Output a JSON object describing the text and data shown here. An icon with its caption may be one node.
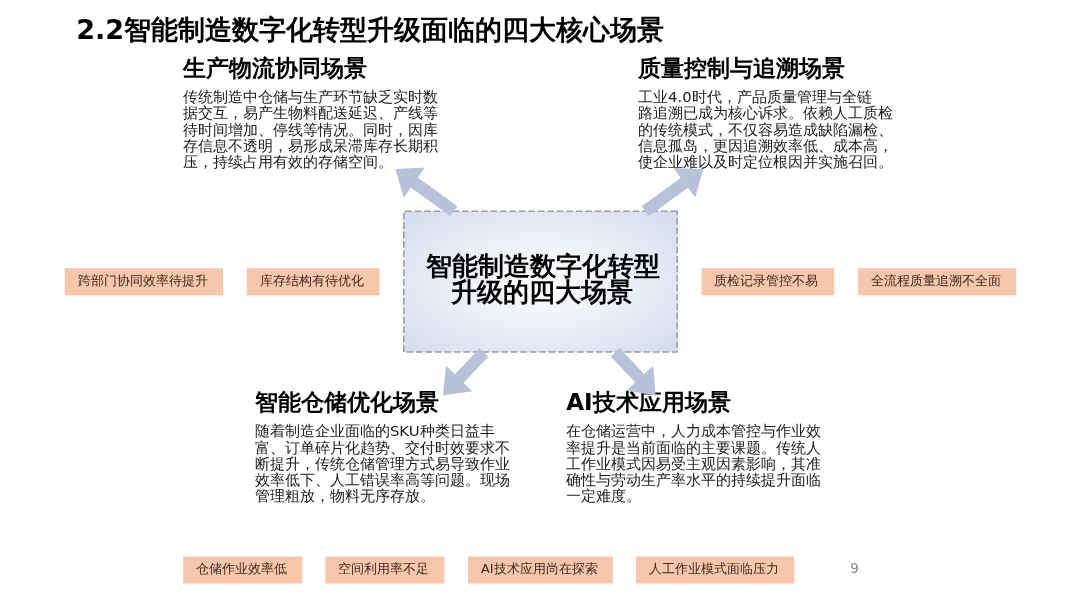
{
  "diagram": {
    "title": "2.2智能制造数字化转型升级面临的四大核心场景",
    "nodes": [
      {
        "text": [
          "生产物流协同场景",
          "传统制造中仓储与生产环节缺乏实时数据交互，易产生物料配送延迟、产线等待时间增加、停线等情况。同时，因库存信息不透明，易形成呆滞库存长期积压，持续占用有效的存储空间。"
        ]
      },
      {
        "text": [
          "跨部门协同效率待提升"
        ]
      },
      {
        "text": [
          "库存结构有待优化"
        ]
      },
      {
        "text": [
          "质量控制与追溯场景",
          "工业4.0时代，产品质量管理与全链路追溯已成为核心诉求。依赖人工质检的传统模式，不仅容易造成缺陷漏检、信息孤岛，更因追溯效率低、成本高，使企业难以及时定位根因并实施召回。"
        ]
      },
      {
        "text": [
          "质检记录管控不易"
        ]
      },
      {
        "text": [
          "全流程质量追溯不全面"
        ]
      },
      {
        "text": [
          "智能制造数字化转型升级的四大场景"
        ]
      },
      {
        "text": [
          "智能仓储优化场景",
          "随着制造企业面临的SKU种类日益丰富、订单碎片化趋势、交付时效要求不断提升，传统仓储管理方式易导致作业效率低下、人工错误率高等问题。现场管理粗放，物料无序存放。"
        ]
      },
      {
        "text": [
          "仓储作业效率低"
        ]
      },
      {
        "text": [
          "空间利用率不足"
        ]
      },
      {
        "text": [
          "AI技术应用场景",
          "在仓储运营中，人力成本管控与作业效率提升是当前面临的主要课题。传统人工作业模式因易受主观因素影响，其准确性与劳动生产率水平的持续提升面临一定难度。"
        ]
      },
      {
        "text": [
          "AI技术应用尚在探索"
        ]
      },
      {
        "text": [
          "人工作业模式面临压力"
        ]
      }
    ],
    "edges": [
      {
        "from": 6,
        "to": 0,
        "arrow": "to"
      },
      {
        "from": 6,
        "to": 3,
        "arrow": "to"
      },
      {
        "from": 6,
        "to": 7,
        "arrow": "to"
      },
      {
        "from": 6,
        "to": 10,
        "arrow": "to"
      }
    ],
    "labels": [
      "9"
    ]
  }
}
